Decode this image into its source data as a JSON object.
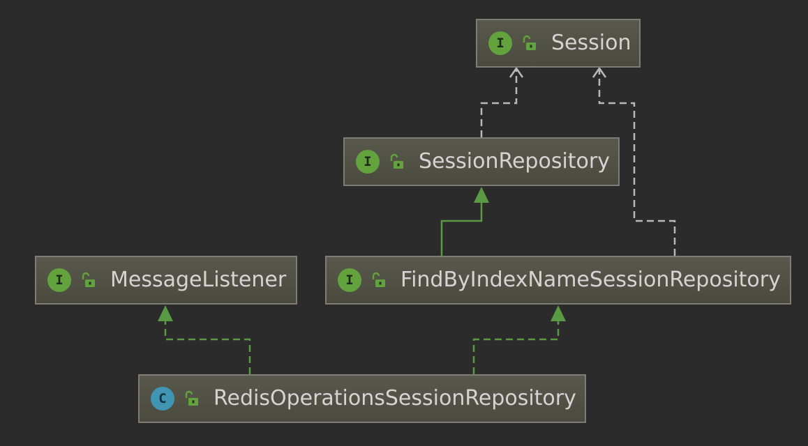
{
  "colors": {
    "background": "#2b2b2b",
    "node_fill": "#4f4f44",
    "node_border": "#7d7d76",
    "text": "#d4d4d4",
    "interface_badge": "#62a33e",
    "class_badge": "#3f95b2",
    "extends_arrow": "#5b9a44",
    "realizes_arrow": "#b9b9b9"
  },
  "nodes": [
    {
      "id": "session",
      "kind": "interface",
      "kind_letter": "I",
      "icon": "unlocked-icon",
      "name": "Session"
    },
    {
      "id": "session-repository",
      "kind": "interface",
      "kind_letter": "I",
      "icon": "unlocked-icon",
      "name": "SessionRepository"
    },
    {
      "id": "message-listener",
      "kind": "interface",
      "kind_letter": "I",
      "icon": "unlocked-icon",
      "name": "MessageListener"
    },
    {
      "id": "find-by-index",
      "kind": "interface",
      "kind_letter": "I",
      "icon": "unlocked-icon",
      "name": "FindByIndexNameSessionRepository"
    },
    {
      "id": "redis-ops",
      "kind": "class",
      "kind_letter": "C",
      "icon": "unlocked-icon",
      "name": "RedisOperationsSessionRepository"
    }
  ],
  "edges": [
    {
      "from": "session-repository",
      "to": "session",
      "type": "usage",
      "line": "dashed",
      "head": "open",
      "color": "#b9b9b9"
    },
    {
      "from": "find-by-index",
      "to": "session",
      "type": "usage",
      "line": "dashed",
      "head": "open",
      "color": "#b9b9b9"
    },
    {
      "from": "find-by-index",
      "to": "session-repository",
      "type": "extends",
      "line": "solid",
      "head": "filled",
      "color": "#5b9a44"
    },
    {
      "from": "redis-ops",
      "to": "message-listener",
      "type": "implements",
      "line": "dashed",
      "head": "filled",
      "color": "#5b9a44"
    },
    {
      "from": "redis-ops",
      "to": "find-by-index",
      "type": "implements",
      "line": "dashed",
      "head": "filled",
      "color": "#5b9a44"
    }
  ]
}
